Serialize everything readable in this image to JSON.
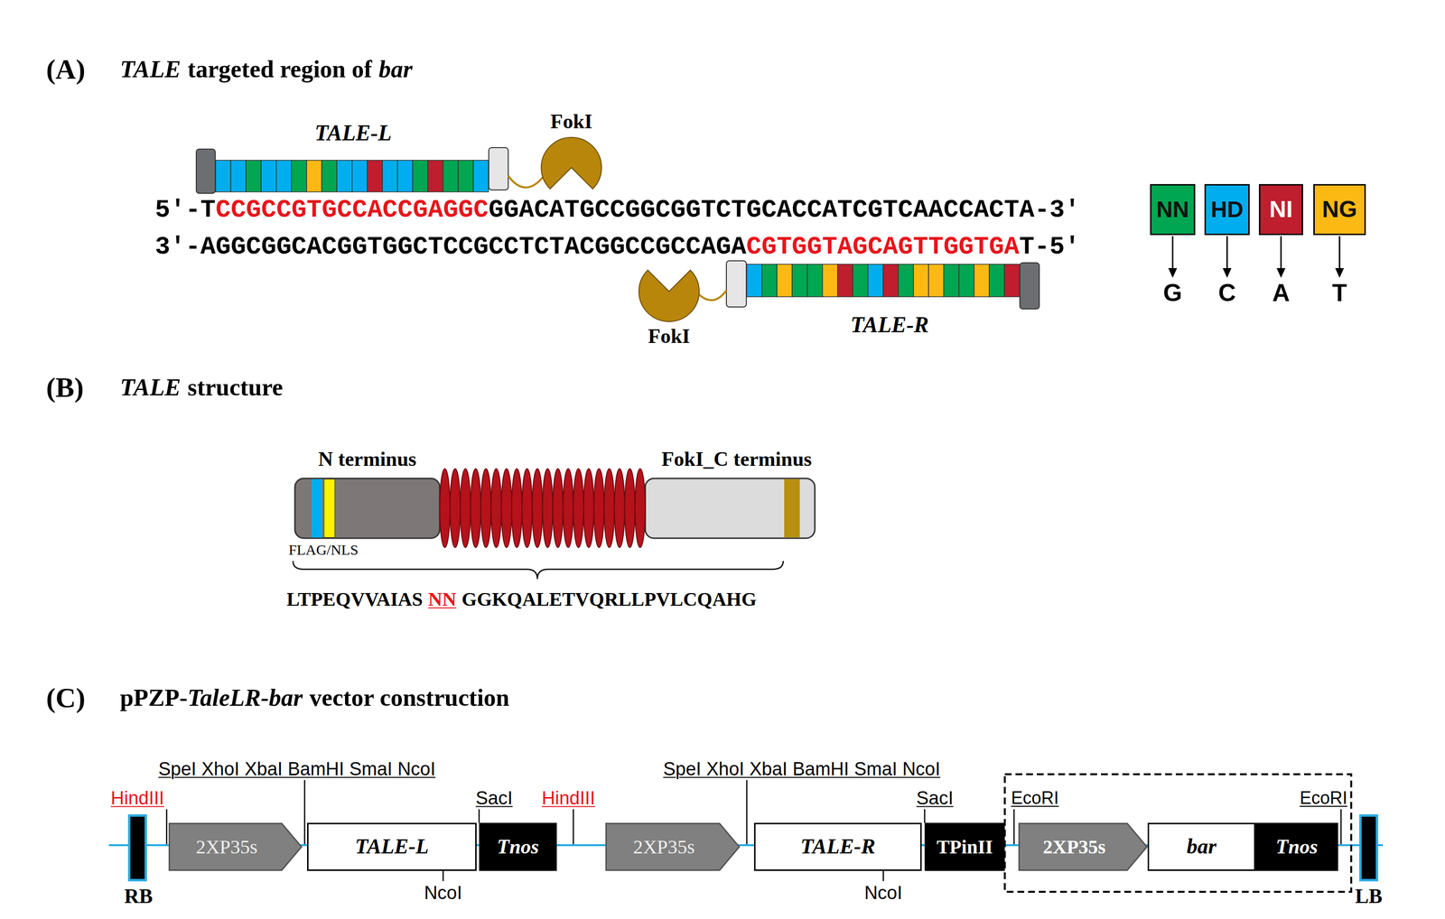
{
  "diagram": {
    "nodes": [
      {
        "text": [
          "NN"
        ]
      },
      {
        "text": [
          "HD"
        ]
      },
      {
        "text": [
          "NI"
        ]
      },
      {
        "text": [
          "NG"
        ]
      },
      {
        "text": [
          "2XP35s"
        ]
      },
      {
        "text": [
          "TALE-L"
        ]
      },
      {
        "text": [
          "Tnos"
        ]
      },
      {
        "text": [
          "2XP35s"
        ]
      },
      {
        "text": [
          "TALE-R"
        ]
      },
      {
        "text": [
          "TPinII"
        ]
      },
      {
        "text": [
          "2XP35s"
        ]
      },
      {
        "text": [
          "bar"
        ]
      },
      {
        "text": [
          "Tnos"
        ]
      }
    ],
    "labels": [
      "(A)",
      "TALE",
      "targeted region of",
      "bar",
      "TALE-L",
      "FokI",
      "5′-T",
      "CCGCCGTGCCACCGAGGC",
      "GGACATGCCGGCGGTCTGCACCATCGTCAACCACTA-3′",
      "3′-AGGCGGCACGGTGGCTCCGCCTCTACGGCCGCCAGA",
      "CGTGGTAGCAGTTGGTGA",
      "T-5′",
      "FokI",
      "TALE-R",
      "G",
      "C",
      "A",
      "T",
      "(B)",
      "TALE",
      "structure",
      "N terminus",
      "FokI_C terminus",
      "FLAG/NLS",
      "LTPEQVVAIAS",
      "NN",
      "GGKQALETVQRLLPVLCQAHG",
      "(C)",
      "pPZP-",
      "TaleLR-bar",
      "vector construction",
      "HindIII",
      "SpeI XhoI XbaI BamHI SmaI NcoI",
      "SacI",
      "HindIII",
      "SpeI XhoI XbaI BamHI SmaI NcoI",
      "SacI",
      "EcoRI",
      "EcoRI",
      "NcoI",
      "NcoI",
      "RB",
      "LB"
    ]
  }
}
